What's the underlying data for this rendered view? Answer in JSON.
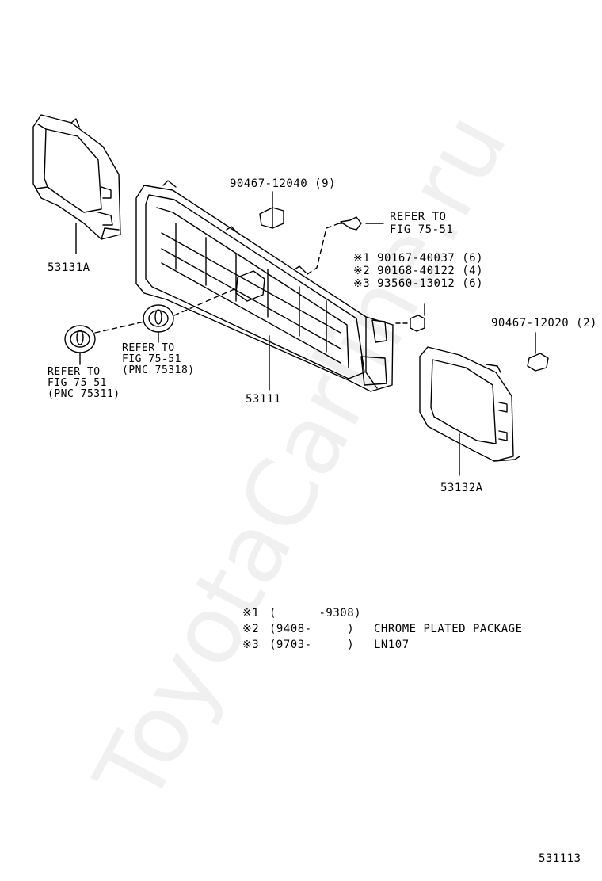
{
  "watermark": "ToyotaCarline.ru",
  "figure_id": "531113",
  "parts": {
    "left_bezel": "53131A",
    "grille": "53111",
    "right_bezel": "53132A",
    "clip_left": "90467-12040 (9)",
    "clip_right": "90467-12020 (2)",
    "screw_1": "※1 90167-40037 (6)",
    "screw_2": "※2 90168-40122 (4)",
    "screw_3": "※3 93560-13012 (6)"
  },
  "refs": {
    "upper": [
      "REFER TO",
      "FIG 75-51"
    ],
    "emblem_center": [
      "REFER TO",
      "FIG 75-51",
      "(PNC 75318)"
    ],
    "emblem_left": [
      "REFER TO",
      "FIG 75-51",
      "(PNC 75311)"
    ]
  },
  "notes": [
    {
      "mark": "※1",
      "range": "(      -9308)",
      "desc": ""
    },
    {
      "mark": "※2",
      "range": "(9408-     )",
      "desc": "CHROME PLATED PACKAGE"
    },
    {
      "mark": "※3",
      "range": "(9703-     )",
      "desc": "LN107"
    }
  ]
}
